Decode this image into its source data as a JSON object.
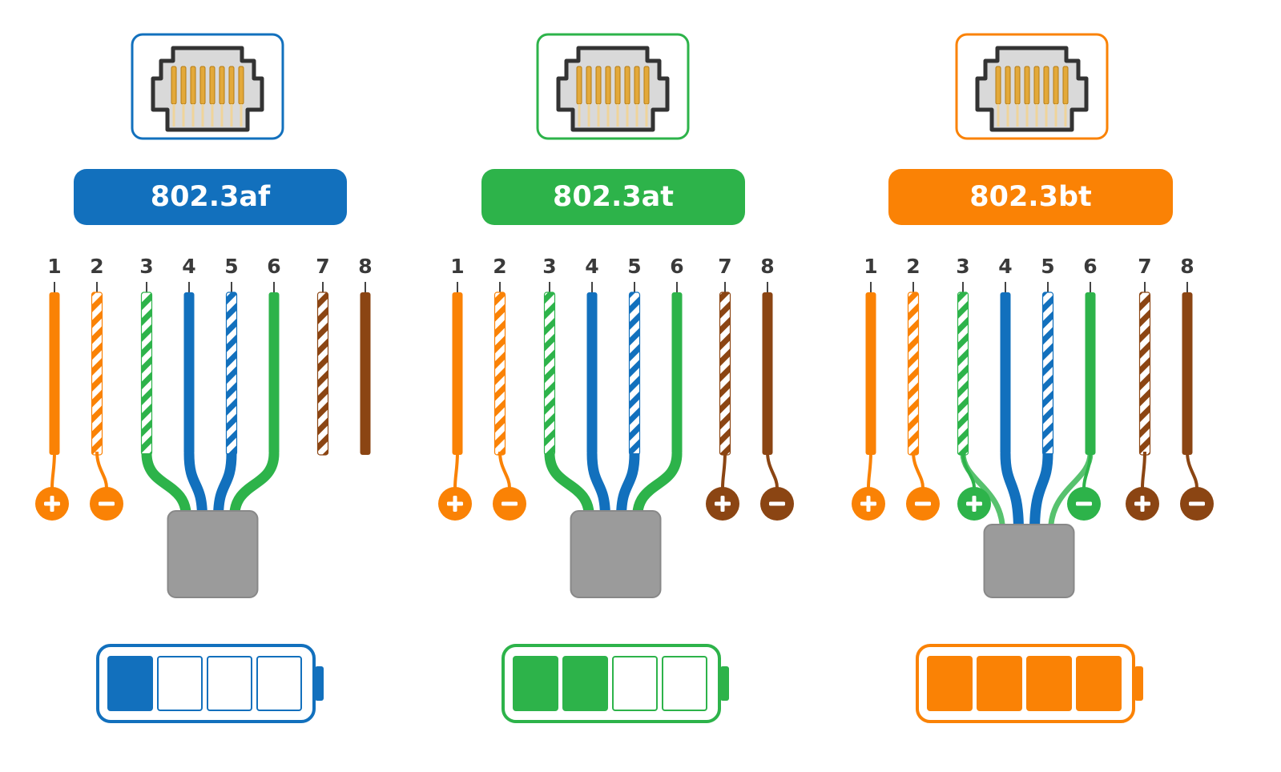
{
  "colors": {
    "orange": "#fa8205",
    "blue": "#1270bd",
    "green": "#2db34a",
    "brown": "#8b4513",
    "white": "#ffffff",
    "sleeve": "#9b9b9b",
    "connector_body": "#d9d9d9",
    "connector_pin": "#e3a93a"
  },
  "icons": {
    "connector": "rj45-connector-icon",
    "battery": "battery-icon",
    "plus": "plus-icon",
    "minus": "minus-icon"
  },
  "wires": [
    {
      "pin": "1",
      "color": "orange",
      "striped": false
    },
    {
      "pin": "2",
      "color": "orange",
      "striped": true
    },
    {
      "pin": "3",
      "color": "green",
      "striped": true
    },
    {
      "pin": "4",
      "color": "blue",
      "striped": false
    },
    {
      "pin": "5",
      "color": "blue",
      "striped": true
    },
    {
      "pin": "6",
      "color": "green",
      "striped": false
    },
    {
      "pin": "7",
      "color": "brown",
      "striped": true
    },
    {
      "pin": "8",
      "color": "brown",
      "striped": false
    }
  ],
  "standards": [
    {
      "label": "802.3af",
      "accent": "blue",
      "battery_filled": 1,
      "battery_segments": 4,
      "polarity": {
        "1": "+",
        "2": "-"
      }
    },
    {
      "label": "802.3at",
      "accent": "green",
      "battery_filled": 2,
      "battery_segments": 4,
      "polarity": {
        "1": "+",
        "2": "-",
        "7": "+",
        "8": "-"
      }
    },
    {
      "label": "802.3bt",
      "accent": "orange",
      "battery_filled": 4,
      "battery_segments": 4,
      "polarity": {
        "1": "+",
        "2": "-",
        "3": "+",
        "6": "-",
        "7": "+",
        "8": "-"
      }
    }
  ]
}
